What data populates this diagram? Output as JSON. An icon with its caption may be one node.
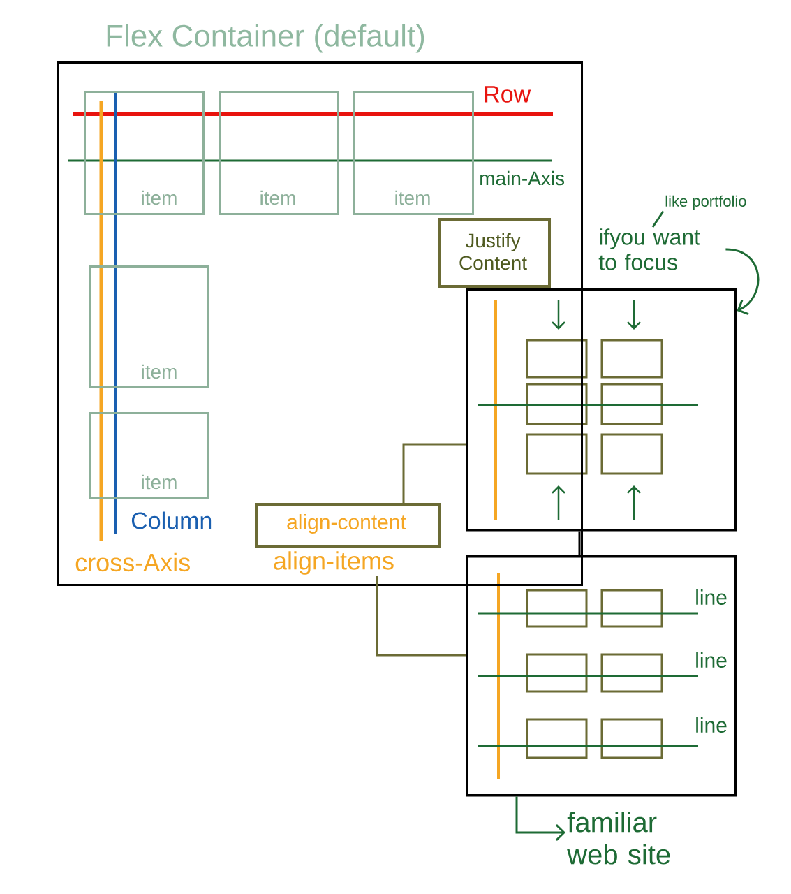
{
  "diagram": {
    "nodes": [
      {
        "text": [
          "Flex Container (default)"
        ]
      },
      {
        "text": [
          "item"
        ],
        "in": 0
      },
      {
        "text": [
          "item"
        ],
        "in": 0
      },
      {
        "text": [
          "item"
        ],
        "in": 0
      },
      {
        "text": [
          "item"
        ],
        "in": 0
      },
      {
        "text": [
          "item"
        ],
        "in": 0
      },
      {
        "text": [
          "Justify Content"
        ],
        "in": 0
      },
      {
        "text": [
          "align-content"
        ],
        "in": 0
      },
      {
        "text": [],
        "shape": "box"
      },
      {
        "text": [
          "line",
          "line",
          "line"
        ]
      },
      {
        "text": [
          "align-items"
        ],
        "in": 0
      },
      {
        "text": [
          "ifyou want to focus"
        ]
      },
      {
        "text": [
          "like portfolio"
        ]
      },
      {
        "text": [
          "familiar web site"
        ]
      }
    ],
    "edges": [
      {
        "from": 7,
        "to": 8,
        "arrow": "none",
        "color": "#6b6b35"
      },
      {
        "from": 10,
        "to": 9,
        "arrow": "none",
        "color": "#6b6b35"
      },
      {
        "from": 8,
        "to": 9,
        "arrow": "none",
        "color": "#000000"
      },
      {
        "from": 12,
        "to": 11,
        "arrow": "none"
      },
      {
        "from": 11,
        "to": 8,
        "arrow": "to"
      },
      {
        "from": 9,
        "to": 13,
        "arrow": "to"
      }
    ],
    "labels": [
      "Row",
      "main-Axis",
      "Column",
      "cross-Axis"
    ]
  }
}
